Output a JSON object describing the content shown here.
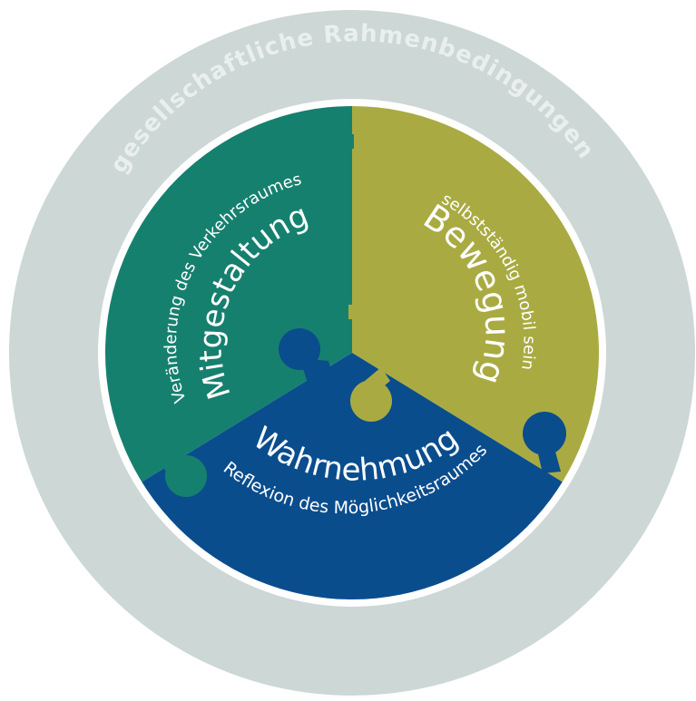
{
  "outer_ring": {
    "label": "gesellschaftliche Rahmenbedingungen",
    "color": "#ccd7d6",
    "text_color": "#e9efee"
  },
  "segments": {
    "mitgestaltung": {
      "title": "Mitgestaltung",
      "subtitle": "Veränderung des Verkehrsraumes",
      "color": "#16806f"
    },
    "bewegung": {
      "title": "Bewegung",
      "subtitle": "selbstständig mobil sein",
      "color": "#a9ab42"
    },
    "wahrnehmung": {
      "title": "Wahrnehmung",
      "subtitle": "Reflexion des Möglichkeitsraumes",
      "color": "#0a4d8d"
    }
  },
  "text_color": "#ffffff"
}
